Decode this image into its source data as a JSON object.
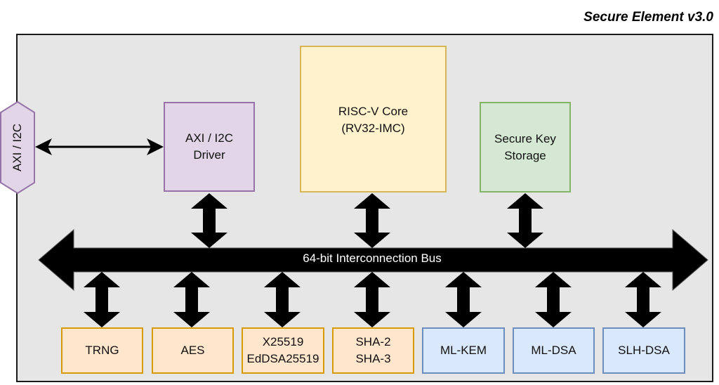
{
  "title": "Secure Element v3.0",
  "external_interface": {
    "label": "AXI / I2C",
    "shape": "hexagon",
    "color": "#e1d5e7"
  },
  "top_blocks": [
    {
      "id": "driver",
      "label": "AXI / I2C\nDriver",
      "color": "#e1d5e7"
    },
    {
      "id": "core",
      "label": "RISC-V Core\n(RV32-IMC)",
      "color": "#fff2cc"
    },
    {
      "id": "keystore",
      "label": "Secure Key\nStorage",
      "color": "#d5e8d4"
    }
  ],
  "bus": {
    "label": "64-bit Interconnection Bus"
  },
  "bottom_blocks": [
    {
      "id": "trng",
      "label": "TRNG",
      "color": "#ffe6cc"
    },
    {
      "id": "aes",
      "label": "AES",
      "color": "#ffe6cc"
    },
    {
      "id": "x25519",
      "label": "X25519\nEdDSA25519",
      "color": "#ffe6cc"
    },
    {
      "id": "sha",
      "label": "SHA-2\nSHA-3",
      "color": "#ffe6cc"
    },
    {
      "id": "mlkem",
      "label": "ML-KEM",
      "color": "#dae8fc"
    },
    {
      "id": "mldsa",
      "label": "ML-DSA",
      "color": "#dae8fc"
    },
    {
      "id": "slhdsa",
      "label": "SLH-DSA",
      "color": "#dae8fc"
    }
  ],
  "connections": [
    {
      "from": "external_interface",
      "to": "driver",
      "type": "bidirectional"
    },
    {
      "from": "driver",
      "to": "bus",
      "type": "bidirectional"
    },
    {
      "from": "core",
      "to": "bus",
      "type": "bidirectional"
    },
    {
      "from": "keystore",
      "to": "bus",
      "type": "bidirectional"
    },
    {
      "from": "bus",
      "to": "trng",
      "type": "bidirectional"
    },
    {
      "from": "bus",
      "to": "aes",
      "type": "bidirectional"
    },
    {
      "from": "bus",
      "to": "x25519",
      "type": "bidirectional"
    },
    {
      "from": "bus",
      "to": "sha",
      "type": "bidirectional"
    },
    {
      "from": "bus",
      "to": "mlkem",
      "type": "bidirectional"
    },
    {
      "from": "bus",
      "to": "mldsa",
      "type": "bidirectional"
    },
    {
      "from": "bus",
      "to": "slhdsa",
      "type": "bidirectional"
    }
  ]
}
